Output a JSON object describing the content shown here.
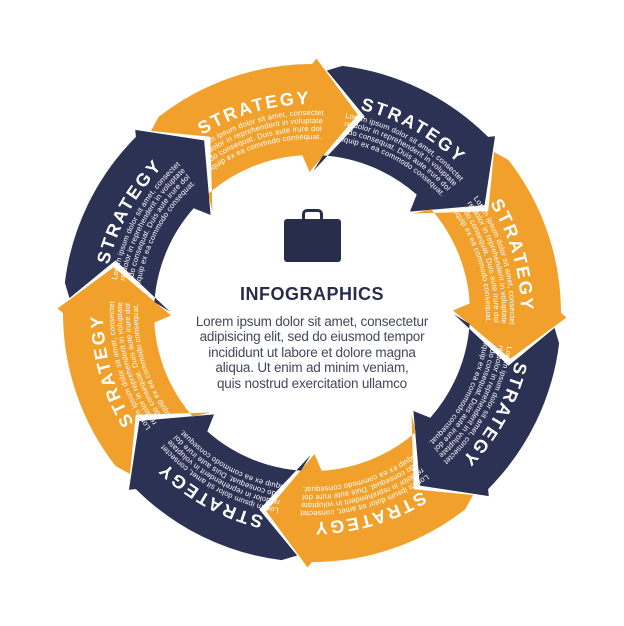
{
  "center": {
    "icon": "briefcase-icon",
    "icon_color": "#272D4B",
    "title": "INFOGRAPHICS",
    "title_color": "#272D4B",
    "text_color": "#43475A",
    "body_lines": [
      "Lorem ipsum dolor sit amet, consectetur",
      "adipisicing elit, sed do eiusmod tempor",
      "incididunt ut labore et dolore magna",
      "aliqua. Ut enim ad minim veniam,",
      "quis nostrud exercitation ullamco"
    ]
  },
  "ring": {
    "label": "STRATEGY",
    "text_color": "#FFFFFF",
    "direction": "clockwise",
    "colors": {
      "orange": "#F1A02B",
      "navy": "#2C3254"
    },
    "body_lines": [
      "Lorem ipsum dolor sit amet, consectet",
      "re dolor in reprehenderit in voluptate",
      "odo consequat. Duis aute irure dol",
      "iquip ex ea commodo consequat."
    ],
    "arrows": [
      {
        "position": "top",
        "color": "#F1A02B"
      },
      {
        "position": "top-right",
        "color": "#2C3254"
      },
      {
        "position": "right",
        "color": "#F1A02B"
      },
      {
        "position": "bottom-right",
        "color": "#2C3254"
      },
      {
        "position": "bottom",
        "color": "#F1A02B"
      },
      {
        "position": "bottom-left",
        "color": "#2C3254"
      },
      {
        "position": "left",
        "color": "#F1A02B"
      },
      {
        "position": "top-left",
        "color": "#2C3254"
      }
    ]
  }
}
